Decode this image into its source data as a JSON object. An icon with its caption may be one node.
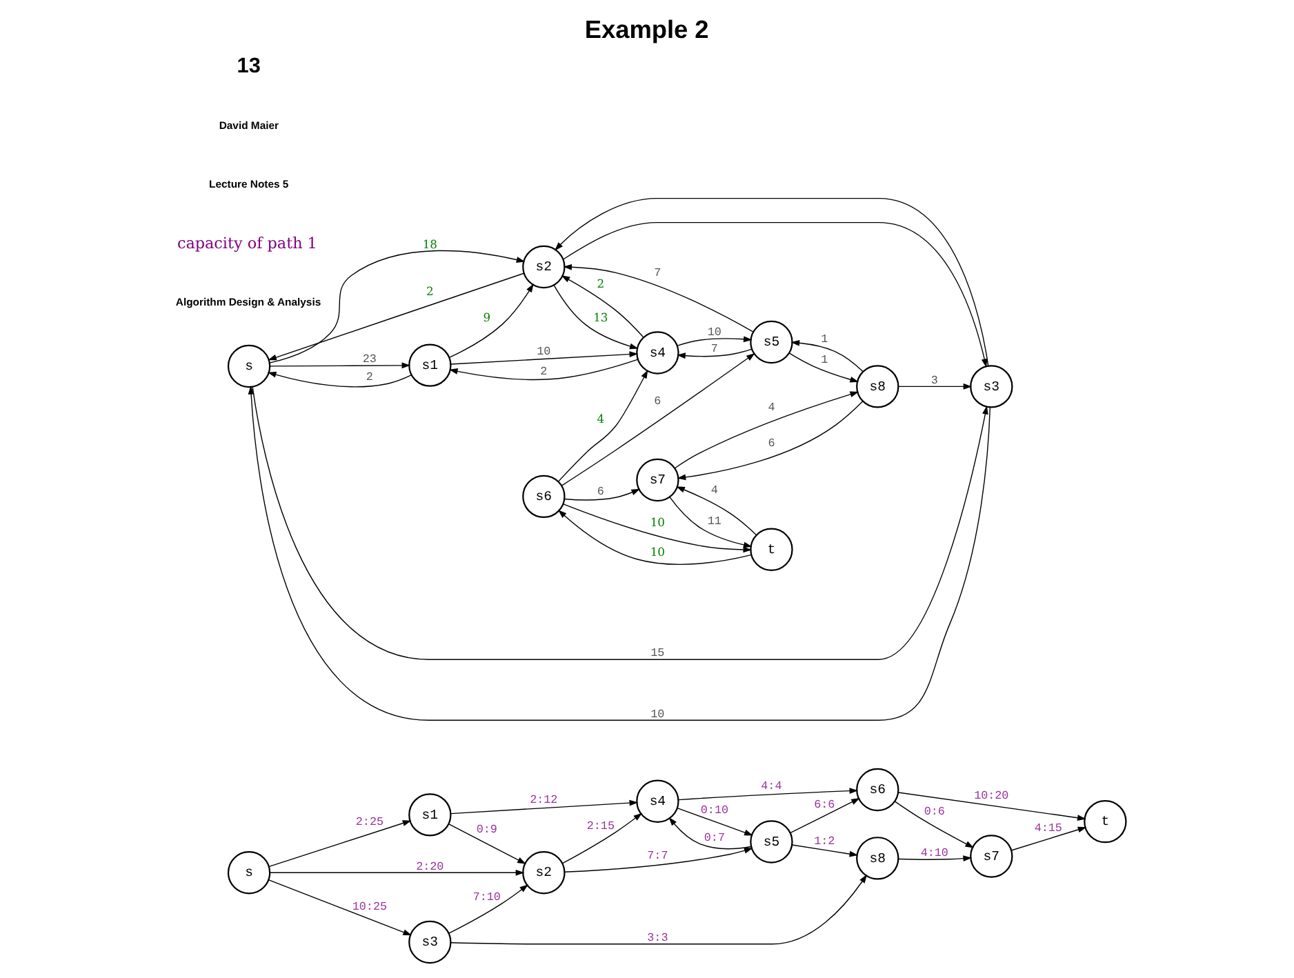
{
  "diagram": {
    "title": "Example 2",
    "nodes": [
      {
        "text": [
          "s"
        ]
      },
      {
        "text": [
          "s1"
        ]
      },
      {
        "text": [
          "s2"
        ]
      },
      {
        "text": [
          "s3"
        ]
      },
      {
        "text": [
          "s4"
        ]
      },
      {
        "text": [
          "s5"
        ]
      },
      {
        "text": [
          "s6"
        ]
      },
      {
        "text": [
          "s7"
        ]
      },
      {
        "text": [
          "s8"
        ]
      },
      {
        "text": [
          "t"
        ]
      },
      {
        "text": [
          "s"
        ]
      },
      {
        "text": [
          "s1"
        ]
      },
      {
        "text": [
          "s2"
        ]
      },
      {
        "text": [
          "s3"
        ]
      },
      {
        "text": [
          "s4"
        ]
      },
      {
        "text": [
          "s5"
        ]
      },
      {
        "text": [
          "s6"
        ]
      },
      {
        "text": [
          "s7"
        ]
      },
      {
        "text": [
          "s8"
        ]
      },
      {
        "text": [
          "t"
        ]
      }
    ],
    "edges": [
      {
        "from": 0,
        "to": 1,
        "arrow": "to",
        "label": "2:25"
      },
      {
        "from": 0,
        "to": 2,
        "arrow": "to",
        "label": "2:20"
      },
      {
        "from": 0,
        "to": 3,
        "arrow": "to",
        "label": "10:25"
      },
      {
        "from": 1,
        "to": 2,
        "arrow": "to",
        "label": "0:9"
      },
      {
        "from": 1,
        "to": 4,
        "arrow": "to",
        "label": "2:12"
      },
      {
        "from": 3,
        "to": 2,
        "arrow": "to",
        "label": "7:10"
      },
      {
        "from": 2,
        "to": 4,
        "arrow": "to",
        "label": "2:15"
      },
      {
        "from": 2,
        "to": 5,
        "arrow": "to",
        "label": "7:7"
      },
      {
        "from": 4,
        "to": 5,
        "arrow": "to",
        "label": "0:10"
      },
      {
        "from": 5,
        "to": 4,
        "arrow": "to",
        "label": "0:7"
      },
      {
        "from": 4,
        "to": 6,
        "arrow": "to",
        "label": "4:4"
      },
      {
        "from": 5,
        "to": 6,
        "arrow": "to",
        "label": "6:6"
      },
      {
        "from": 5,
        "to": 8,
        "arrow": "to",
        "label": "1:2"
      },
      {
        "from": 3,
        "to": 8,
        "arrow": "to",
        "label": "3:3"
      },
      {
        "from": 6,
        "to": 7,
        "arrow": "to",
        "label": "0:6"
      },
      {
        "from": 6,
        "to": 9,
        "arrow": "to",
        "label": "10:20"
      },
      {
        "from": 7,
        "to": 9,
        "arrow": "to",
        "label": "4:15"
      },
      {
        "from": 8,
        "to": 7,
        "arrow": "to",
        "label": "4:10"
      },
      {
        "from": 10,
        "to": 11,
        "arrow": "to",
        "label": "23"
      },
      {
        "from": 11,
        "to": 10,
        "arrow": "to",
        "label": "2"
      },
      {
        "from": 11,
        "to": 14,
        "arrow": "to",
        "label": "10"
      },
      {
        "from": 14,
        "to": 11,
        "arrow": "to",
        "label": "2"
      },
      {
        "from": 11,
        "to": 12,
        "arrow": "to",
        "label": "9"
      },
      {
        "from": 10,
        "to": 12,
        "arrow": "to",
        "label": "18"
      },
      {
        "from": 12,
        "to": 10,
        "arrow": "to",
        "label": "2"
      },
      {
        "from": 12,
        "to": 14,
        "arrow": "to",
        "label": "13"
      },
      {
        "from": 14,
        "to": 12,
        "arrow": "to",
        "label": "2"
      },
      {
        "from": 10,
        "to": 13,
        "arrow": "to",
        "label": "15"
      },
      {
        "from": 13,
        "to": 10,
        "arrow": "to",
        "label": "10"
      },
      {
        "from": 12,
        "to": 13,
        "arrow": "to"
      },
      {
        "from": 13,
        "to": 12,
        "arrow": "to"
      },
      {
        "from": 15,
        "to": 12,
        "arrow": "to",
        "label": "7"
      },
      {
        "from": 15,
        "to": 14,
        "arrow": "to",
        "label": "7"
      },
      {
        "from": 14,
        "to": 15,
        "arrow": "to",
        "label": "10"
      },
      {
        "from": 16,
        "to": 14,
        "arrow": "to",
        "label": "4"
      },
      {
        "from": 16,
        "to": 15,
        "arrow": "to",
        "label": "6"
      },
      {
        "from": 16,
        "to": 17,
        "arrow": "to",
        "label": "6"
      },
      {
        "from": 16,
        "to": 19,
        "arrow": "to",
        "label": "10"
      },
      {
        "from": 19,
        "to": 16,
        "arrow": "to",
        "label": "10"
      },
      {
        "from": 17,
        "to": 19,
        "arrow": "to",
        "label": "11"
      },
      {
        "from": 19,
        "to": 17,
        "arrow": "to",
        "label": "4"
      },
      {
        "from": 18,
        "to": 17,
        "arrow": "to",
        "label": "6"
      },
      {
        "from": 17,
        "to": 18,
        "arrow": "to",
        "label": "4"
      },
      {
        "from": 15,
        "to": 18,
        "arrow": "to",
        "label": "1"
      },
      {
        "from": 18,
        "to": 15,
        "arrow": "to",
        "label": "1"
      },
      {
        "from": 18,
        "to": 13,
        "arrow": "to",
        "label": "3"
      }
    ],
    "labels": [
      "Algorithm Design & Analysis",
      "capacity of path 1",
      "Lecture Notes 5",
      "David Maier",
      "13"
    ]
  }
}
